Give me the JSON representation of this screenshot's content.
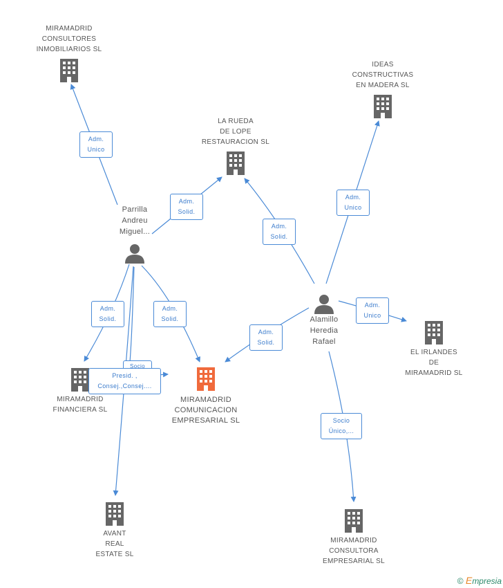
{
  "colors": {
    "edge": "#4a8ad6",
    "building": "#666666",
    "focus_building": "#f06a3c",
    "person": "#666666"
  },
  "nodes": {
    "miramadrid_consultores": "MIRAMADRID\nCONSULTORES\nINMOBILIARIOS SL",
    "ideas_constructivas": "IDEAS\nCONSTRUCTIVAS\nEN MADERA SL",
    "la_rueda": "LA RUEDA\nDE LOPE\nRESTAURACION SL",
    "parrilla": "Parrilla\nAndreu\nMiguel...",
    "alamillo": "Alamillo\nHeredia\nRafael",
    "el_irlandes": "EL IRLANDES\nDE\nMIRAMADRID SL",
    "miramadrid_financiera": "MIRAMADRID\nFINANCIERA SL",
    "miramadrid_comunicacion": "MIRAMADRID\nCOMUNICACION\nEMPRESARIAL SL",
    "avant_real": "AVANT\nREAL\nESTATE  SL",
    "miramadrid_consultora": "MIRAMADRID\nCONSULTORA\nEMPRESARIAL SL"
  },
  "edge_labels": {
    "e1": "Adm.\nUnico",
    "e2": "Adm.\nSolid.",
    "e3": "Adm.\nSolid.",
    "e4": "Adm.\nUnico",
    "e5": "Adm.\nSolid.",
    "e6": "Adm.\nSolid.",
    "e7": "Adm.\nSolid.",
    "e8": "Adm.\nUnico",
    "e9": "Socio",
    "e10": "Presid. ,\nConsej.,Consej....",
    "e11": "Socio\nÚnico,..."
  },
  "footer": {
    "copyright": "©",
    "brand_first": "E",
    "brand_rest": "mpresia"
  }
}
